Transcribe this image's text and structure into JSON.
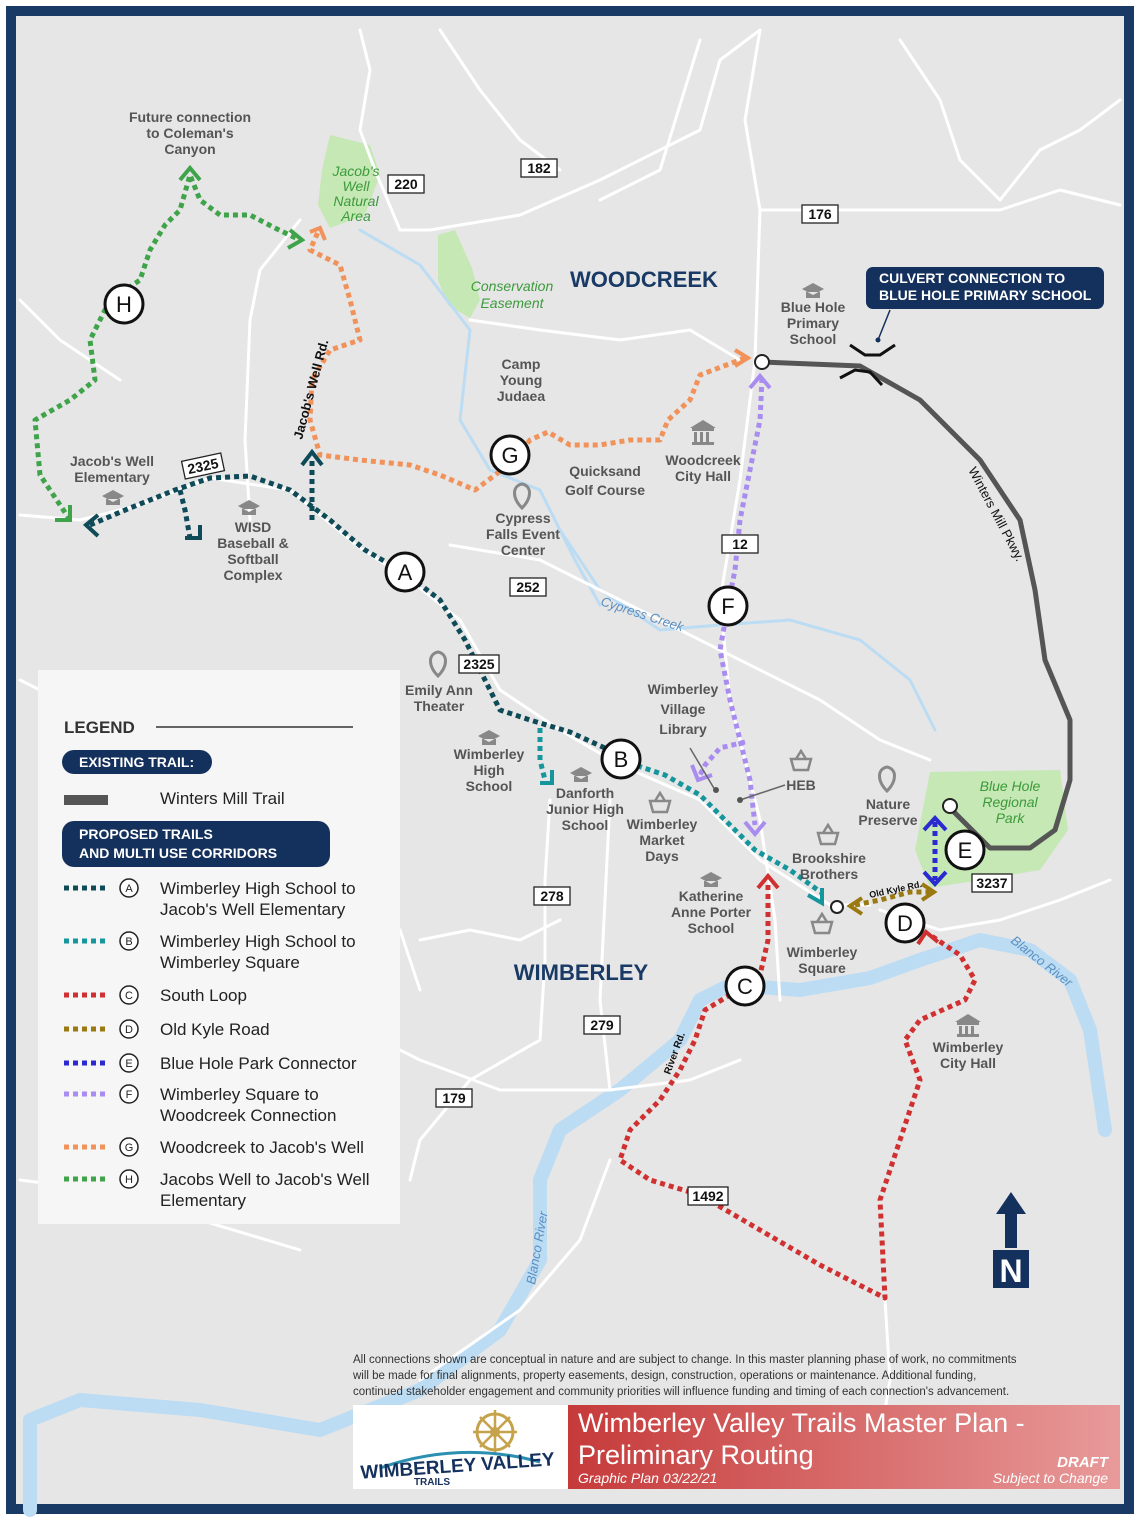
{
  "title": {
    "line1": "Wimberley Valley Trails Master Plan -",
    "line2": "Preliminary Routing",
    "subtitle": "Graphic Plan  03/22/21",
    "draft": "DRAFT",
    "change": "Subject to Change"
  },
  "logo": {
    "line1": "WIMBERLEY VALLEY",
    "line2": "TRAILS"
  },
  "disclaimer": [
    "All connections shown are conceptual in nature and are subject to change. In this master planning phase of work, no commitments",
    "will be made for final alignments, property easements, design, construction, operations or maintenance. Additional funding,",
    "continued stakeholder engagement and community priorities will influence funding and timing of each connection's advancement."
  ],
  "callout": {
    "line1": "CULVERT CONNECTION TO",
    "line2": "BLUE HOLE PRIMARY SCHOOL"
  },
  "towns": {
    "woodcreek": "WOODCREEK",
    "wimberley": "WIMBERLEY"
  },
  "highways": [
    "220",
    "182",
    "176",
    "2325",
    "12",
    "252",
    "2325",
    "278",
    "279",
    "179",
    "1492",
    "3237"
  ],
  "road_labels": {
    "jacobs_well_rd": "Jacob's Well Rd.",
    "winters_mill": "Winters Mill Pkwy.",
    "river_rd": "River Rd.",
    "old_kyle": "Old Kyle Rd."
  },
  "water_labels": {
    "cypress_creek": "Cypress Creek",
    "blanco_river_1": "Blanco River",
    "blanco_river_2": "Blanco River"
  },
  "green_areas": {
    "jacobs_well": [
      "Jacob's",
      "Well",
      "Natural",
      "Area"
    ],
    "conservation": [
      "Conservation",
      "Easement"
    ],
    "blue_hole": [
      "Blue Hole",
      "Regional",
      "Park"
    ]
  },
  "places": {
    "future": [
      "Future connection",
      "to Coleman's",
      "Canyon"
    ],
    "jacobs_well_elem": [
      "Jacob's Well",
      "Elementary"
    ],
    "wisd": [
      "WISD",
      "Baseball &",
      "Softball",
      "Complex"
    ],
    "camp": [
      "Camp",
      "Young",
      "Judaea"
    ],
    "quicksand": [
      "Quicksand",
      "Golf Course"
    ],
    "woodcreek_hall": [
      "Woodcreek",
      "City Hall"
    ],
    "cypress_falls": [
      "Cypress",
      "Falls Event",
      "Center"
    ],
    "blue_hole_primary": [
      "Blue Hole",
      "Primary",
      "School"
    ],
    "emily_ann": [
      "Emily Ann",
      "Theater"
    ],
    "wimberley_high": [
      "Wimberley",
      "High",
      "School"
    ],
    "danforth": [
      "Danforth",
      "Junior High",
      "School"
    ],
    "market_days": [
      "Wimberley",
      "Market",
      "Days"
    ],
    "library": [
      "Wimberley",
      "Village",
      "Library"
    ],
    "heb": [
      "HEB"
    ],
    "nature": [
      "Nature",
      "Preserve"
    ],
    "brookshire": [
      "Brookshire",
      "Brothers"
    ],
    "katherine": [
      "Katherine",
      "Anne Porter",
      "School"
    ],
    "square": [
      "Wimberley",
      "Square"
    ],
    "city_hall": [
      "Wimberley",
      "City Hall"
    ]
  },
  "markers": [
    "A",
    "B",
    "C",
    "D",
    "E",
    "F",
    "G",
    "H"
  ],
  "legend": {
    "title": "LEGEND",
    "existing_header": "EXISTING TRAIL:",
    "existing_item": "Winters Mill Trail",
    "proposed_header": [
      "PROPOSED TRAILS",
      "AND MULTI USE CORRIDORS"
    ],
    "items": [
      {
        "letter": "A",
        "lines": [
          "Wimberley High School to",
          "Jacob's Well Elementary"
        ],
        "color": "#0e4a57"
      },
      {
        "letter": "B",
        "lines": [
          "Wimberley High School to",
          "Wimberley Square"
        ],
        "color": "#15959c"
      },
      {
        "letter": "C",
        "lines": [
          "South Loop"
        ],
        "color": "#d03030"
      },
      {
        "letter": "D",
        "lines": [
          "Old Kyle Road"
        ],
        "color": "#9a7a10"
      },
      {
        "letter": "E",
        "lines": [
          "Blue Hole Park Connector"
        ],
        "color": "#2a2ad0"
      },
      {
        "letter": "F",
        "lines": [
          "Wimberley Square to",
          "Woodcreek Connection"
        ],
        "color": "#a98cf0"
      },
      {
        "letter": "G",
        "lines": [
          "Woodcreek to Jacob's Well"
        ],
        "color": "#f0925a"
      },
      {
        "letter": "H",
        "lines": [
          "Jacobs Well to Jacob's Well",
          "Elementary"
        ],
        "color": "#3fa34a"
      }
    ]
  },
  "colors": {
    "frame": "#1a3a66",
    "map_bg": "#e6e6e6",
    "water": "#bcdcf4",
    "green": "#c5e8b4",
    "existing": "#555555",
    "title_band": "#c94747"
  },
  "north": "N"
}
